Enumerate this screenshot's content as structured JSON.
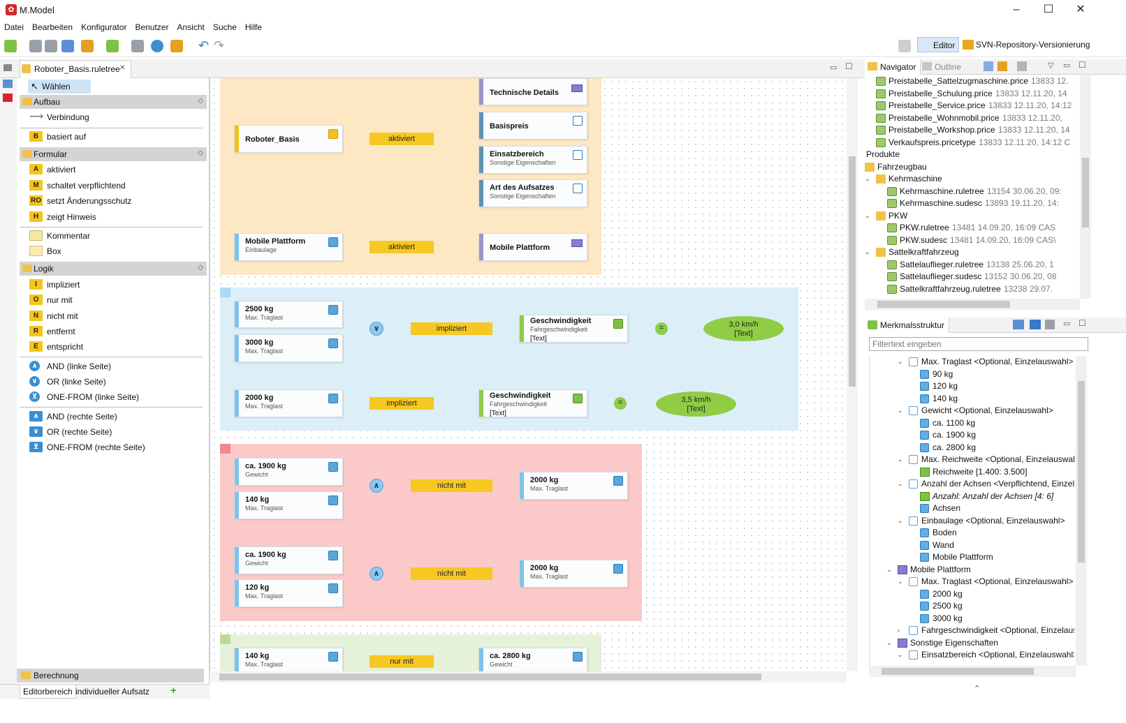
{
  "app": {
    "title": "M.Model",
    "icon": "app-logo-icon"
  },
  "window": {
    "minimize": "–",
    "maximize": "☐",
    "close": "✕"
  },
  "menu": [
    "Datei",
    "Bearbeiten",
    "Konfigurator",
    "Benutzer",
    "Ansicht",
    "Suche",
    "Hilfe"
  ],
  "toolbar": {
    "editor_label": "Editor",
    "svn_label": "SVN-Repository-Versionierung"
  },
  "editor": {
    "tab_title": "Roboter_Basis.ruletree",
    "tab_close": "✕"
  },
  "palette": {
    "select": "Wählen",
    "sections": [
      {
        "title": "Aufbau",
        "items": [
          {
            "icon": "—",
            "label": "Verbindung"
          },
          {
            "icon": "B",
            "label": "basiert auf"
          }
        ]
      },
      {
        "title": "Formular",
        "items": [
          {
            "icon": "A",
            "label": "aktiviert"
          },
          {
            "icon": "M",
            "label": "schaltet verpflichtend"
          },
          {
            "icon": "RO",
            "label": "setzt Änderungsschutz"
          },
          {
            "icon": "H",
            "label": "zeigt Hinweis"
          }
        ],
        "extra": [
          {
            "label": "Kommentar"
          },
          {
            "label": "Box"
          }
        ]
      },
      {
        "title": "Logik",
        "items": [
          {
            "icon": "I",
            "label": "impliziert"
          },
          {
            "icon": "O",
            "label": "nur mit"
          },
          {
            "icon": "N",
            "label": "nicht mit"
          },
          {
            "icon": "R",
            "label": "entfernt"
          },
          {
            "icon": "E",
            "label": "entspricht"
          }
        ],
        "left_ops": [
          {
            "icon": "∧",
            "label": "AND (linke Seite)"
          },
          {
            "icon": "∨",
            "label": "OR (linke Seite)"
          },
          {
            "icon": "⊻",
            "label": "ONE-FROM (linke Seite)"
          }
        ],
        "right_ops": [
          {
            "icon": "∧",
            "label": "AND (rechte Seite)"
          },
          {
            "icon": "∨",
            "label": "OR (rechte Seite)"
          },
          {
            "icon": "⊻",
            "label": "ONE-FROM (rechte Seite)"
          }
        ]
      }
    ],
    "bottom": "Berechnung"
  },
  "bottom_tabs": [
    "Editorbereich",
    "individueller Aufsatz",
    "+"
  ],
  "diagram": {
    "g1": {
      "n_root": {
        "t": "Roboter_Basis"
      },
      "r1": "aktiviert",
      "targets": [
        {
          "t": "Technische Details",
          "s": ""
        },
        {
          "t": "Basispreis",
          "s": ""
        },
        {
          "t": "Einsatzbereich",
          "s": "Sonstige Eigenschaften"
        },
        {
          "t": "Art des Aufsatzes",
          "s": "Sonstige Eigenschaften"
        }
      ],
      "n_mp": {
        "t": "Mobile Plattform",
        "s": "Einbaulage"
      },
      "r2": "aktiviert",
      "n_mp2": {
        "t": "Mobile Plattform"
      }
    },
    "g2": {
      "a": {
        "t": "2500 kg",
        "s": "Max. Traglast"
      },
      "b": {
        "t": "3000 kg",
        "s": "Max. Traglast"
      },
      "op": "∨",
      "r1": "impliziert",
      "res1": {
        "t": "Geschwindigkeit",
        "s": "Fahrgeschwindigkeit",
        "v": "[Text]"
      },
      "eq": "=",
      "e1": {
        "l1": "3,0 km/h",
        "l2": "[Text]"
      },
      "c": {
        "t": "2000 kg",
        "s": "Max. Traglast"
      },
      "r2": "impliziert",
      "res2": {
        "t": "Geschwindigkeit",
        "s": "Fahrgeschwindigkeit",
        "v": "[Text]"
      },
      "e2": {
        "l1": "3,5 km/h",
        "l2": "[Text]"
      }
    },
    "g3": {
      "a": {
        "t": "ca. 1900 kg",
        "s": "Gewicht"
      },
      "b": {
        "t": "140 kg",
        "s": "Max. Traglast"
      },
      "op": "∧",
      "r1": "nicht mit",
      "res1": {
        "t": "2000 kg",
        "s": "Max. Traglast"
      },
      "c": {
        "t": "ca. 1900 kg",
        "s": "Gewicht"
      },
      "d": {
        "t": "120 kg",
        "s": "Max. Traglast"
      },
      "r2": "nicht mit",
      "res2": {
        "t": "2000 kg",
        "s": "Max. Traglast"
      }
    },
    "g4": {
      "a": {
        "t": "140 kg",
        "s": "Max. Traglast"
      },
      "r1": "nur mit",
      "res1": {
        "t": "ca. 2800 kg",
        "s": "Gewicht"
      }
    }
  },
  "navigator": {
    "tabs": [
      "Navigator",
      "Outline"
    ],
    "rows": [
      {
        "indent": 3,
        "icon": "doc",
        "name": "Preistabelle_Sattelzugmaschine.price",
        "meta": "13833  12."
      },
      {
        "indent": 3,
        "icon": "doc",
        "name": "Preistabelle_Schulung.price",
        "meta": "13833  12.11.20, 14"
      },
      {
        "indent": 3,
        "icon": "doc",
        "name": "Preistabelle_Service.price",
        "meta": "13833  12.11.20, 14:12"
      },
      {
        "indent": 3,
        "icon": "doc",
        "name": "Preistabelle_Wohnmobil.price",
        "meta": "13833  12.11.20,"
      },
      {
        "indent": 3,
        "icon": "doc",
        "name": "Preistabelle_Workshop.price",
        "meta": "13833  12.11.20, 14"
      },
      {
        "indent": 3,
        "icon": "doc",
        "name": "Verkaufspreis.pricetype",
        "meta": "13833  12.11.20, 14:12  C"
      },
      {
        "indent": 1,
        "icon": "fold",
        "tri": "v",
        "name": "Produkte",
        "meta": ""
      },
      {
        "indent": 2,
        "icon": "fold",
        "tri": "v",
        "name": "Fahrzeugbau",
        "meta": ""
      },
      {
        "indent": 3,
        "icon": "fold",
        "tri": "v",
        "name": "Kehrmaschine",
        "meta": ""
      },
      {
        "indent": 4,
        "icon": "doc",
        "name": "Kehrmaschine.ruletree",
        "meta": "13154  30.06.20, 09:"
      },
      {
        "indent": 4,
        "icon": "doc",
        "name": "Kehrmaschine.sudesc",
        "meta": "13893  19.11.20, 14:"
      },
      {
        "indent": 3,
        "icon": "fold",
        "tri": "v",
        "name": "PKW",
        "meta": ""
      },
      {
        "indent": 4,
        "icon": "doc",
        "name": "PKW.ruletree",
        "meta": "13481  14.09.20, 16:09  CAS"
      },
      {
        "indent": 4,
        "icon": "doc",
        "name": "PKW.sudesc",
        "meta": "13481  14.09.20, 16:09  CAS\\"
      },
      {
        "indent": 3,
        "icon": "fold",
        "tri": "v",
        "name": "Sattelkraftfahrzeug",
        "meta": ""
      },
      {
        "indent": 4,
        "icon": "doc",
        "name": "Sattelauflieger.ruletree",
        "meta": "13138  25.06.20, 1"
      },
      {
        "indent": 4,
        "icon": "doc",
        "name": "Sattelauflieger.sudesc",
        "meta": "13152  30.06.20, 08"
      },
      {
        "indent": 4,
        "icon": "doc",
        "name": "Sattelkraftfahrzeug.ruletree",
        "meta": "13238  29.07."
      }
    ]
  },
  "merkmal": {
    "title": "Merkmalsstruktur",
    "filter_placeholder": "Filtertext eingeben",
    "rows": [
      {
        "indent": 2,
        "tri": "v",
        "icon": "cubeo",
        "name": "Max. Traglast <Optional, Einzelauswahl>",
        "it": false
      },
      {
        "indent": 3,
        "icon": "cube",
        "name": "90 kg"
      },
      {
        "indent": 3,
        "icon": "cube",
        "name": "120 kg"
      },
      {
        "indent": 3,
        "icon": "cube",
        "name": "140 kg"
      },
      {
        "indent": 2,
        "tri": "v",
        "icon": "cubeo",
        "name": "Gewicht <Optional, Einzelauswahl>"
      },
      {
        "indent": 3,
        "icon": "cube",
        "name": "ca. 1100 kg"
      },
      {
        "indent": 3,
        "icon": "cube",
        "name": "ca. 1900 kg"
      },
      {
        "indent": 3,
        "icon": "cube",
        "name": "ca. 2800 kg"
      },
      {
        "indent": 2,
        "tri": "v",
        "icon": "cubeo",
        "name": "Max. Reichweite <Optional, Einzelauswahl>"
      },
      {
        "indent": 3,
        "icon": "green",
        "name": "Reichweite [1.400: 3.500]"
      },
      {
        "indent": 2,
        "tri": "v",
        "icon": "cubeo",
        "name": "Anzahl der Achsen <Verpflichtend, Einzelau"
      },
      {
        "indent": 3,
        "icon": "green",
        "name": "Anzahl: Anzahl der Achsen [4: 6]",
        "it": true
      },
      {
        "indent": 3,
        "icon": "cube",
        "name": "Achsen"
      },
      {
        "indent": 2,
        "tri": "v",
        "icon": "cubeo",
        "name": "Einbaulage <Optional, Einzelauswahl>"
      },
      {
        "indent": 3,
        "icon": "cube",
        "name": "Boden"
      },
      {
        "indent": 3,
        "icon": "cube",
        "name": "Wand"
      },
      {
        "indent": 3,
        "icon": "cube",
        "name": "Mobile Plattform"
      },
      {
        "indent": 1,
        "tri": "v",
        "icon": "purp",
        "name": "Mobile Plattform"
      },
      {
        "indent": 2,
        "tri": "v",
        "icon": "cubeo",
        "name": "Max. Traglast <Optional, Einzelauswahl>"
      },
      {
        "indent": 3,
        "icon": "cube",
        "name": "2000 kg"
      },
      {
        "indent": 3,
        "icon": "cube",
        "name": "2500 kg"
      },
      {
        "indent": 3,
        "icon": "cube",
        "name": "3000 kg"
      },
      {
        "indent": 2,
        "tri": ">",
        "icon": "cubeo",
        "name": "Fahrgeschwindigkeit <Optional, Einzelausw"
      },
      {
        "indent": 1,
        "tri": "v",
        "icon": "purp",
        "name": "Sonstige Eigenschaften"
      },
      {
        "indent": 2,
        "tri": "v",
        "icon": "cubeo",
        "name": "Einsatzbereich <Optional, Einzelauswahl>"
      }
    ]
  }
}
